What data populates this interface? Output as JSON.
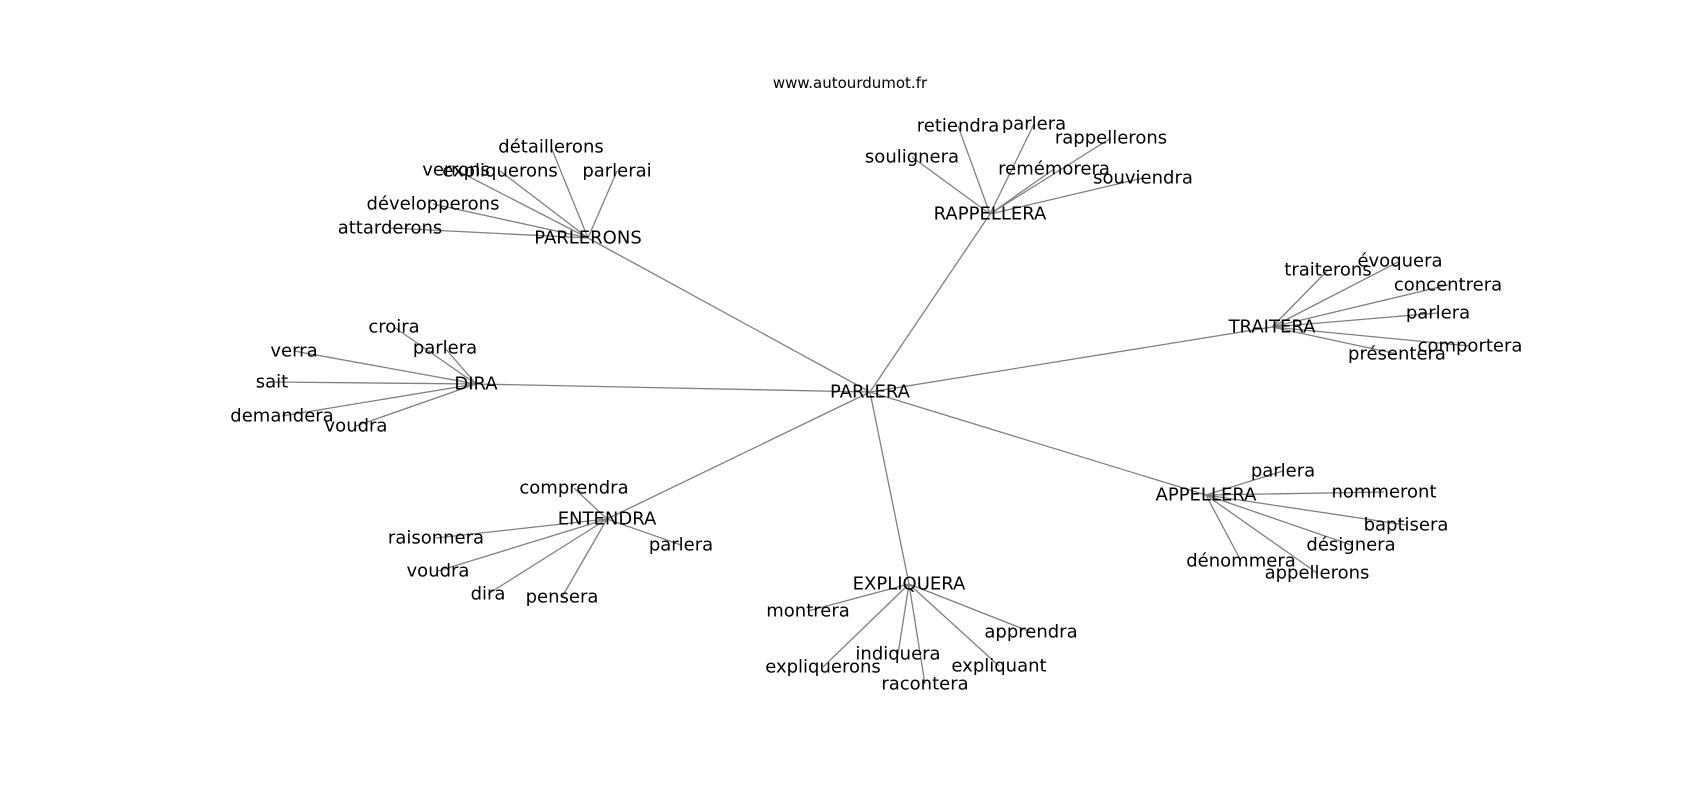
{
  "watermark": "www.autourdumot.fr",
  "graph": {
    "center": "PARLERA",
    "clusters": [
      {
        "hub": "PARLERONS",
        "leaves": [
          "détaillerons",
          "verrons",
          "expliquerons",
          "parlerai",
          "développerons",
          "attarderons"
        ]
      },
      {
        "hub": "RAPPELLERA",
        "leaves": [
          "retiendra",
          "parlera",
          "rappellerons",
          "soulignera",
          "remémorera",
          "souviendra"
        ]
      },
      {
        "hub": "TRAITERA",
        "leaves": [
          "traiterons",
          "évoquera",
          "concentrera",
          "parlera",
          "comportera",
          "présentera"
        ]
      },
      {
        "hub": "DIRA",
        "leaves": [
          "croira",
          "verra",
          "parlera",
          "sait",
          "demandera",
          "voudra"
        ]
      },
      {
        "hub": "APPELLERA",
        "leaves": [
          "parlera",
          "nommeront",
          "baptisera",
          "désignera",
          "dénommera",
          "appellerons"
        ]
      },
      {
        "hub": "ENTENDRA",
        "leaves": [
          "comprendra",
          "raisonnera",
          "parlera",
          "voudra",
          "dira",
          "pensera"
        ]
      },
      {
        "hub": "EXPLIQUERA",
        "leaves": [
          "montrera",
          "apprendra",
          "indiquera",
          "expliquant",
          "expliquerons",
          "racontera"
        ]
      }
    ]
  }
}
